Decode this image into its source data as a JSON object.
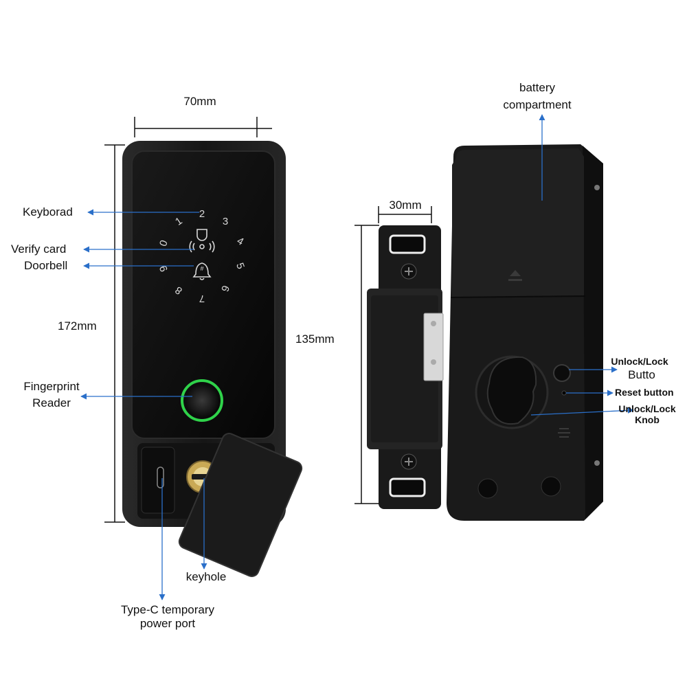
{
  "dimensions": {
    "front_width": "70mm",
    "front_height": "172mm",
    "bolt_width": "30mm",
    "bolt_height": "135mm"
  },
  "labels": {
    "keyboard": "Keyborad",
    "verify_card": "Verify card",
    "doorbell": "Doorbell",
    "fingerprint_line1": "Fingerprint",
    "fingerprint_line2": "Reader",
    "keyhole": "keyhole",
    "typec_line1": "Type-C temporary",
    "typec_line2": "power port",
    "battery_line1": "battery",
    "battery_line2": "compartment",
    "unlock_button_line1": "Unlock/Lock",
    "unlock_button_line2": "Butto",
    "reset_button": "Reset button",
    "knob_line1": "Unlock/Lock",
    "knob_line2": "Knob"
  },
  "keypad": {
    "digits": [
      "1",
      "2",
      "3",
      "0",
      "4",
      "9",
      "5",
      "8",
      "6",
      "7"
    ]
  },
  "colors": {
    "body": "#1b1b1b",
    "panel": "#0a0a0a",
    "arrow": "#2a6fc9",
    "fingerprint_ring": "#2fd24a",
    "digit": "#d9d9d9"
  }
}
